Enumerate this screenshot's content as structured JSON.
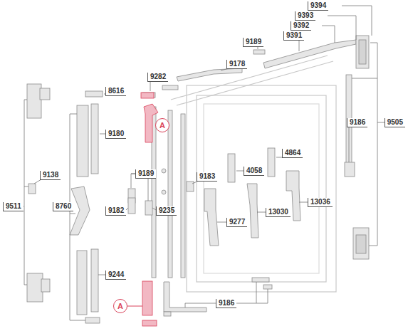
{
  "diagram": {
    "nodes": [
      {
        "text": [
          "A"
        ]
      },
      {
        "text": [
          "A"
        ]
      }
    ],
    "labels": [
      "9394",
      "9393",
      "9392",
      "9391",
      "9189",
      "9178",
      "9282",
      "8616",
      "9180",
      "9186",
      "9505",
      "4864",
      "4058",
      "9183",
      "9189",
      "9138",
      "9511",
      "8760",
      "9182",
      "9235",
      "9277",
      "13030",
      "13036",
      "9244",
      "9186"
    ]
  }
}
